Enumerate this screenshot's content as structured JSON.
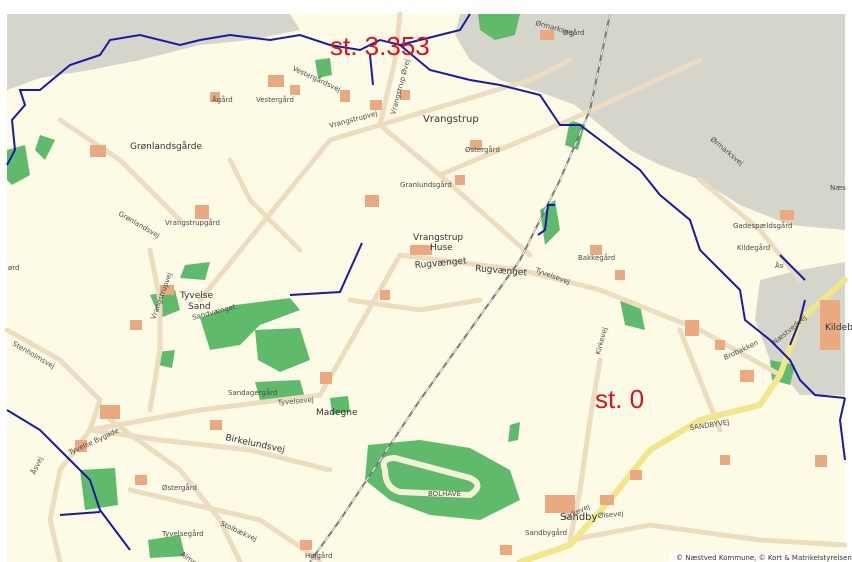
{
  "colors": {
    "land": "#fdfbe6",
    "urban": "#d5d5cc",
    "forest": "#5fbb6b",
    "road": "#eedcc0",
    "major_road": "#f2e58a",
    "river": "#1a1aa8",
    "building": "#eba982",
    "railway": "#7a7a7a",
    "station_text": "#d8141c"
  },
  "station_labels": {
    "top": "st. 3.353",
    "bottom": "st. 0"
  },
  "places": {
    "vrangstrup": "Vrangstrup",
    "gronlandsgarde": "Grønlandsgårde",
    "vrangstrup_huse_1": "Vrangstrup",
    "vrangstrup_huse_2": "Huse",
    "tyvelse_sand_1": "Tyvelse",
    "tyvelse_sand_2": "Sand",
    "madegne": "Madegne",
    "sandby": "Sandby",
    "bolhave": "BOLHAVE",
    "kildebr": "Kildeb"
  },
  "farms": {
    "agard": "Ågård",
    "vestergard": "Vestergård",
    "ogard": "Øgård",
    "ostergard_top": "Østergård",
    "granlundsgard": "Granlundsgård",
    "vrangstrupgard": "Vrangstrupgård",
    "bakkegard": "Bakkegård",
    "gadesgard": "Gadespældsgård",
    "kildegard": "Kildegård",
    "aas": "Ås",
    "sandagergard": "Sandagergård",
    "ostergard_bottom": "Østergård",
    "tyvelsegard": "Tyvelsegård",
    "hojgard": "Højgård",
    "sandbygard": "Sandbygård",
    "naes": "Næs"
  },
  "roads": {
    "ormarksvej_top": "Ørmarksvej",
    "ormarksvej_right": "Ørmarksvej",
    "vestergardsvej": "Vestergårdsvej",
    "vrangstrupvej": "Vrangstrupvej",
    "vrangstrup_ovej": "Vrangstrup Øvej",
    "gronlandsvej": "Grønlandsvej",
    "rugvaenget_1": "Rugvænget",
    "rugvaenget_2": "Rugvænget",
    "tyvelsevej_right": "Tyvelsevej",
    "kirkevej": "Kirkevej",
    "brobakken": "Brobakken",
    "sandbyvej": "SANDBYVEJ",
    "tyvelsevej_mid": "Tyvelsevej",
    "birkelundsvej": "Birkelundsvej",
    "stenholmsvej": "Stenholmsvej",
    "vrangstrupvej_left": "Vrangstrupvej",
    "tyvelse_bygade": "Tyvelse Bygade",
    "aasvej": "Åsvej",
    "almevej": "Almevej",
    "stolbaekvej": "Stolbækvej",
    "olsevej": "Ølsevej",
    "kirkevej_south": "Kirkevej",
    "sandvaenget": "Sandvænget",
    "naestvedvej": "Næstvedvej",
    "left_edge": "ørd"
  },
  "copyright": "© Næstved Kommune, © Kort & Matrikelstyrelsen"
}
